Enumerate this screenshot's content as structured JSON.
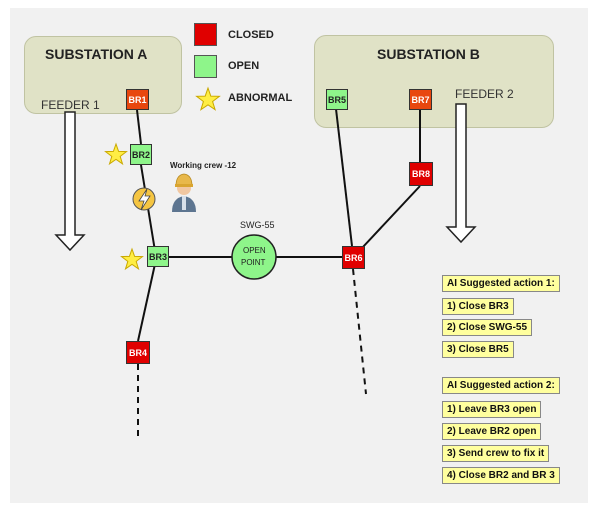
{
  "substation_a": {
    "title": "SUBSTATION A",
    "feeder": "FEEDER 1"
  },
  "substation_b": {
    "title": "SUBSTATION B",
    "feeder": "FEEDER 2"
  },
  "legend": {
    "closed": {
      "label": "CLOSED",
      "color": "#e00000"
    },
    "open": {
      "label": "OPEN",
      "color": "#8ef58a"
    },
    "abnormal": {
      "label": "ABNORMAL",
      "color": "#ffee44",
      "icon": "star-icon"
    }
  },
  "breakers": {
    "br1": {
      "label": "BR1",
      "state": "closed"
    },
    "br2": {
      "label": "BR2",
      "state": "open"
    },
    "br3": {
      "label": "BR3",
      "state": "open"
    },
    "br4": {
      "label": "BR4",
      "state": "closed"
    },
    "br5": {
      "label": "BR5",
      "state": "open"
    },
    "br6": {
      "label": "BR6",
      "state": "closed"
    },
    "br7": {
      "label": "BR7",
      "state": "closed"
    },
    "br8": {
      "label": "BR8",
      "state": "closed"
    }
  },
  "switchgear": {
    "name": "SWG-55",
    "label_line1": "OPEN",
    "label_line2": "POINT"
  },
  "crew": {
    "label": "Working crew -12"
  },
  "actions": {
    "group1": {
      "title": "AI Suggested action 1:",
      "items": [
        "1)  Close BR3",
        "2)  Close SWG-55",
        "3)  Close BR5"
      ]
    },
    "group2": {
      "title": "AI Suggested action 2:",
      "items": [
        "1)  Leave BR3 open",
        "2)  Leave BR2 open",
        "3)  Send crew to fix it",
        "4)  Close BR2 and BR 3"
      ]
    }
  }
}
